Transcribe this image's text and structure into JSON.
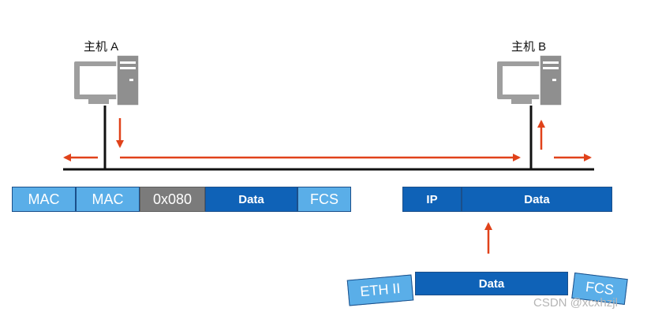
{
  "hosts": {
    "a": {
      "label": "主机 A"
    },
    "b": {
      "label": "主机 B"
    }
  },
  "frame_top": {
    "fields": [
      "MAC",
      "MAC",
      "0x080",
      "Data",
      "FCS"
    ]
  },
  "ip_packet": {
    "fields": [
      "IP",
      "Data"
    ]
  },
  "frame_bottom": {
    "header": "ETH II",
    "data": "Data",
    "trailer": "FCS"
  },
  "watermark": "CSDN @xcxhzjl",
  "colors": {
    "arrow": "#e0421a",
    "field_light": "#5aaee8",
    "field_dark": "#0f62b7",
    "field_gray": "#7b7b7b",
    "computer_gray": "#9e9e9e"
  }
}
